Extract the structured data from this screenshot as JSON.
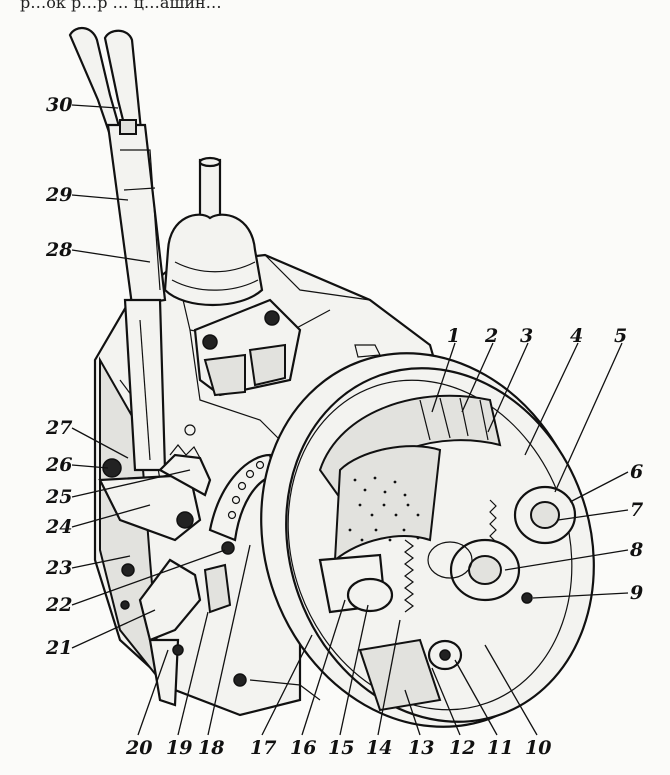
{
  "caption_fragment": "р…ок р…р … ц…ашин…",
  "callout_labels": {
    "l1": "1",
    "l2": "2",
    "l3": "3",
    "l4": "4",
    "l5": "5",
    "l6": "6",
    "l7": "7",
    "l8": "8",
    "l9": "9",
    "l10": "10",
    "l11": "11",
    "l12": "12",
    "l13": "13",
    "l14": "14",
    "l15": "15",
    "l16": "16",
    "l17": "17",
    "l18": "18",
    "l19": "19",
    "l20": "20",
    "l21": "21",
    "l22": "22",
    "l23": "23",
    "l24": "24",
    "l25": "25",
    "l26": "26",
    "l27": "27",
    "l28": "28",
    "l29": "29",
    "l30": "30"
  },
  "colors": {
    "ink": "#111111",
    "paper": "#fbfbf9",
    "shade": "#e2e2de"
  }
}
